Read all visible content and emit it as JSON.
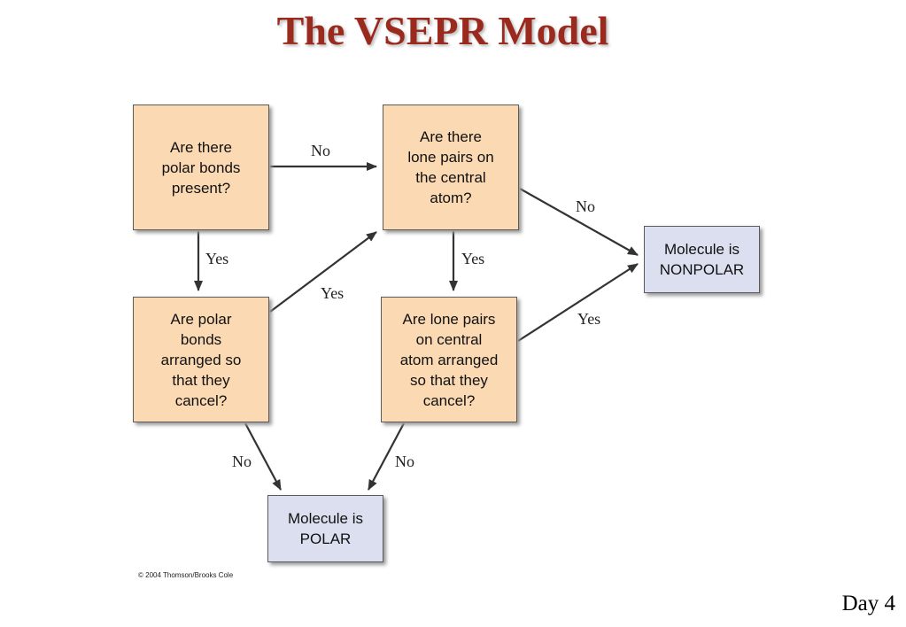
{
  "title": "The VSEPR Model",
  "nodes": {
    "polar_bonds": "Are there\npolar bonds\npresent?",
    "lone_pairs": "Are there\nlone pairs on\nthe central\natom?",
    "bonds_cancel": "Are polar\nbonds\narranged so\nthat they\ncancel?",
    "lone_pairs_cancel": "Are lone pairs\non central\natom arranged\nso that they\ncancel?",
    "nonpolar": "Molecule is\nNONPOLAR",
    "polar": "Molecule is\nPOLAR"
  },
  "edges": {
    "polar_bonds_no": "No",
    "polar_bonds_yes": "Yes",
    "bonds_cancel_yes": "Yes",
    "lone_pairs_no": "No",
    "lone_pairs_yes": "Yes",
    "lone_pairs_cancel_yes": "Yes",
    "bonds_cancel_no": "No",
    "lone_pairs_cancel_no": "No"
  },
  "credit": "© 2004 Thomson/Brooks Cole",
  "footer": "Day 4",
  "colors": {
    "title": "#9b2a1e",
    "question_box": "#fad9b3",
    "result_box": "#dcdff0",
    "arrow": "#333333"
  }
}
